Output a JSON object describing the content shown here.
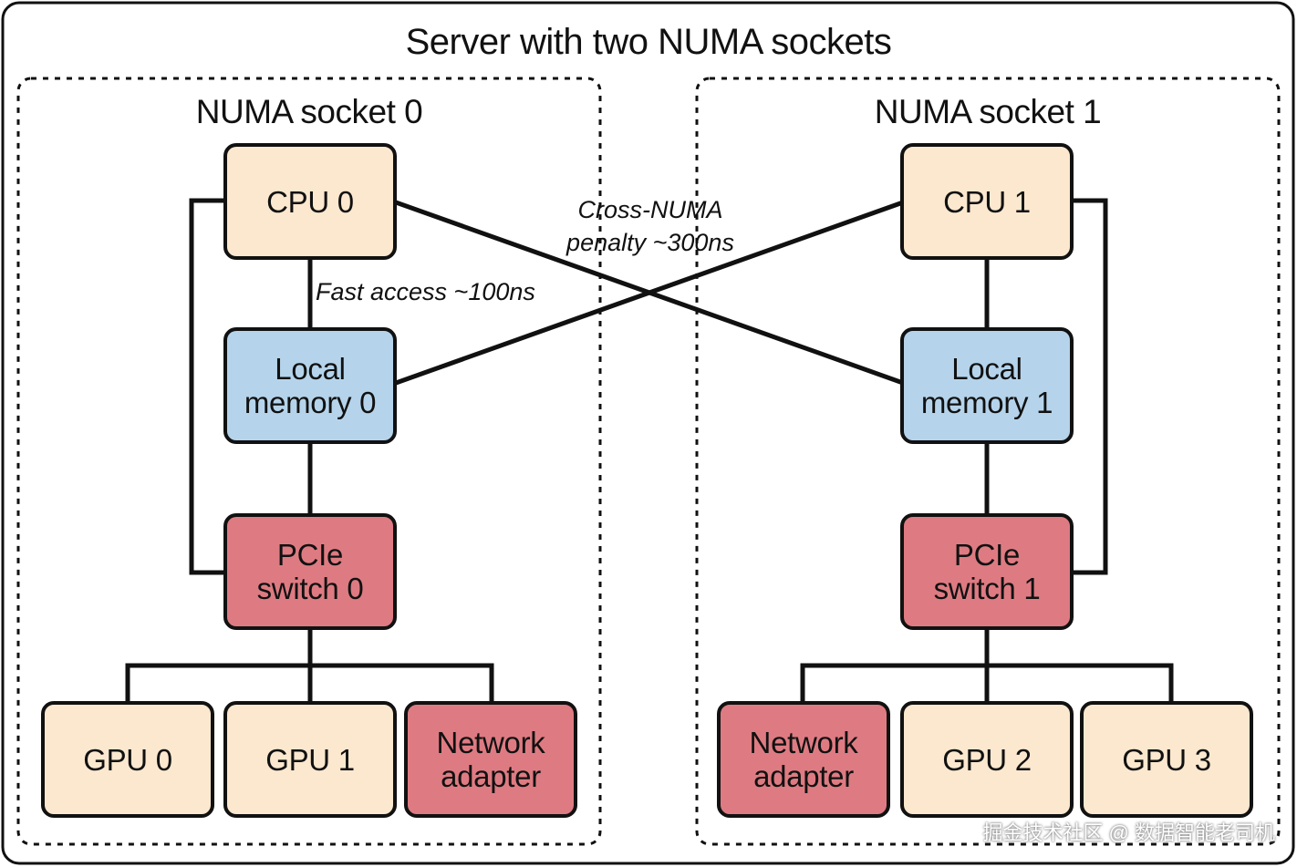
{
  "title": "Server with two NUMA sockets",
  "sockets": [
    {
      "title": "NUMA socket 0",
      "cpu": "CPU 0",
      "memory": "Local\nmemory 0",
      "pcie": "PCIe\nswitch 0",
      "devices": [
        "GPU 0",
        "GPU 1",
        "Network\nadapter"
      ]
    },
    {
      "title": "NUMA socket 1",
      "cpu": "CPU 1",
      "memory": "Local\nmemory 1",
      "pcie": "PCIe\nswitch 1",
      "devices": [
        "Network\nadapter",
        "GPU 2",
        "GPU 3"
      ]
    }
  ],
  "annotations": {
    "fast_access": "Fast access ~100ns",
    "cross_numa": "Cross-NUMA\npenalty ~300ns"
  },
  "watermark": "掘金技术社区 @ 数据智能老司机",
  "colors": {
    "cpu": "#fbe8cf",
    "gpu": "#fbe8cf",
    "memory": "#b5d4eb",
    "pcie": "#de7b82",
    "network": "#de7b82",
    "border": "#111111"
  }
}
